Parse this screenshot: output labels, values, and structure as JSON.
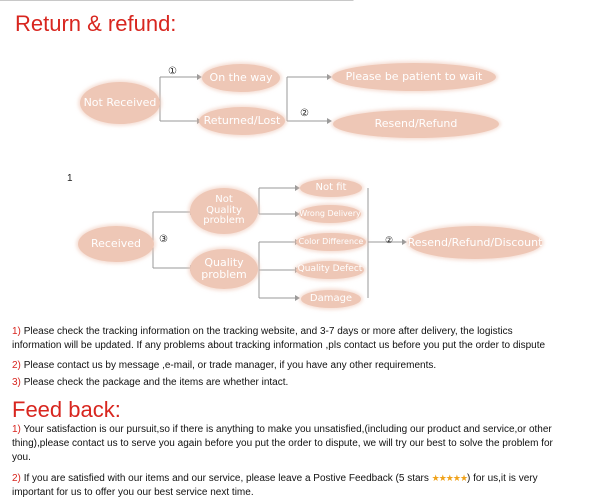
{
  "titles": {
    "return": "Return & refund:",
    "feedback": "Feed back:"
  },
  "diagram1": {
    "not_received": "Not Received",
    "on_the_way": "On the way",
    "returned_lost": "Returned/Lost",
    "patient": "Please be patient to wait",
    "resend_refund": "Resend/Refund",
    "marker1": "①",
    "marker2": "②"
  },
  "diagram2": {
    "label_number": "1",
    "received": "Received",
    "not_quality_1": "Not",
    "not_quality_2": "Quality",
    "not_quality_3": "problem",
    "quality_1": "Quality",
    "quality_2": "problem",
    "not_fit": "Not fit",
    "wrong_delivery": "Wrong Delivery",
    "color_difference": "Color Difference",
    "quality_defect": "Quality Defect",
    "damage": "Damage",
    "result": "Resend/Refund/Discount",
    "marker3": "③",
    "marker2": "②"
  },
  "return_items": [
    {
      "num": "1)",
      "text": "Please check the tracking information on the tracking website, and 3-7 days or more after delivery, the logistics",
      "cont": "information will be updated. If any problems about tracking information ,pls contact us before you put the order to dispute"
    },
    {
      "num": "2)",
      "text": "Please contact us by message ,e-mail, or trade manager, if you have any other requirements."
    },
    {
      "num": "3)",
      "text": "Please check the package and the items are whether intact."
    }
  ],
  "feedback_items": [
    {
      "num": "1)",
      "line1": "Your satisfaction is our pursuit,so if there is anything to make you unsatisfied,(including our product and service,or other",
      "line2": "thing),please contact us to serve you again before you put the order to dispute, we will try our best to solve the problem for",
      "line3": "you."
    },
    {
      "num": "2)",
      "line1a": "If you are satisfied with our items and our service, please leave a Postive Feedback (5 stars ",
      "stars": "★★★★★",
      "line1b": ") for us,it is very",
      "line2": "important for us to offer you our best service next time."
    }
  ]
}
